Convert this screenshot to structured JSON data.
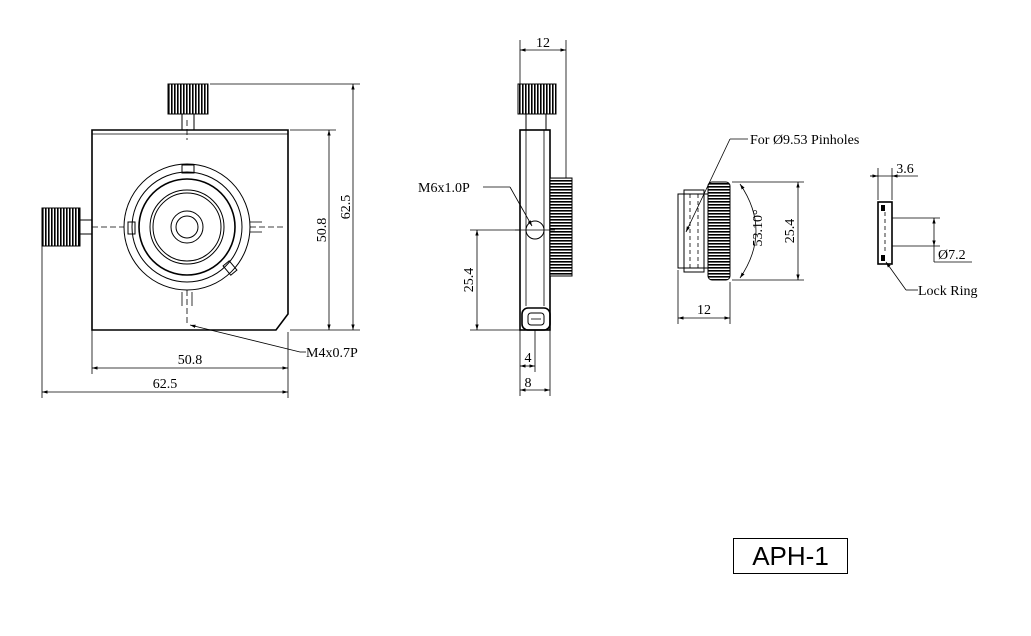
{
  "drawing": {
    "model": "APH-1",
    "front_view": {
      "dim_inner_width": "50.8",
      "dim_outer_width": "62.5",
      "dim_inner_height": "50.8",
      "dim_outer_height": "62.5",
      "thread_callout": "M4x0.7P"
    },
    "side_view": {
      "dim_top": "12",
      "dim_center_height": "25.4",
      "thread_callout": "M6x1.0P",
      "dim_bottom_inner": "4",
      "dim_bottom_outer": "8"
    },
    "pinhole_view": {
      "label": "For Ø9.53 Pinholes",
      "dim_angle": "53.10°",
      "dim_height": "25.4",
      "dim_width": "12"
    },
    "lock_ring_view": {
      "dim_width": "3.6",
      "dim_diameter": "Ø7.2",
      "label": "Lock Ring"
    }
  }
}
